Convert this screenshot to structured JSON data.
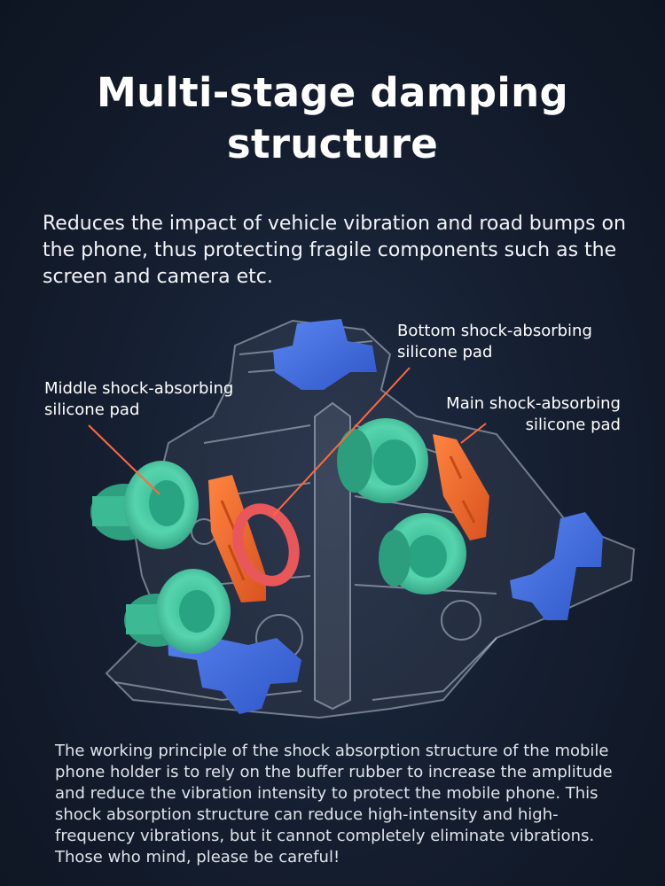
{
  "title": {
    "line1": "Multi-stage damping",
    "line2": "structure"
  },
  "intro": "Reduces the impact of vehicle vibration and road bumps on the phone, thus protecting fragile components such as the screen and camera etc.",
  "labels": {
    "bottom": {
      "line1": "Bottom shock-absorbing",
      "line2": "silicone pad"
    },
    "middle": {
      "line1": "Middle shock-absorbing",
      "line2": "silicone pad"
    },
    "main": {
      "line1": "Main shock-absorbing",
      "line2": "silicone pad"
    }
  },
  "footer": "The working principle of the shock absorption structure of the mobile phone holder is to rely on the buffer rubber to increase the amplitude and reduce the vibration intensity to protect the mobile phone. This shock absorption structure can reduce high-intensity and high-frequency vibrations, but it cannot completely eliminate vibrations. Those who mind, please be careful!",
  "colors": {
    "background": "#141d2e",
    "blue_part": "#3f6ee0",
    "green_pad": "#48c8a0",
    "orange_pad": "#ee6a2e",
    "red_ring": "#e8575a",
    "leader_line": "#ff6a3c"
  }
}
